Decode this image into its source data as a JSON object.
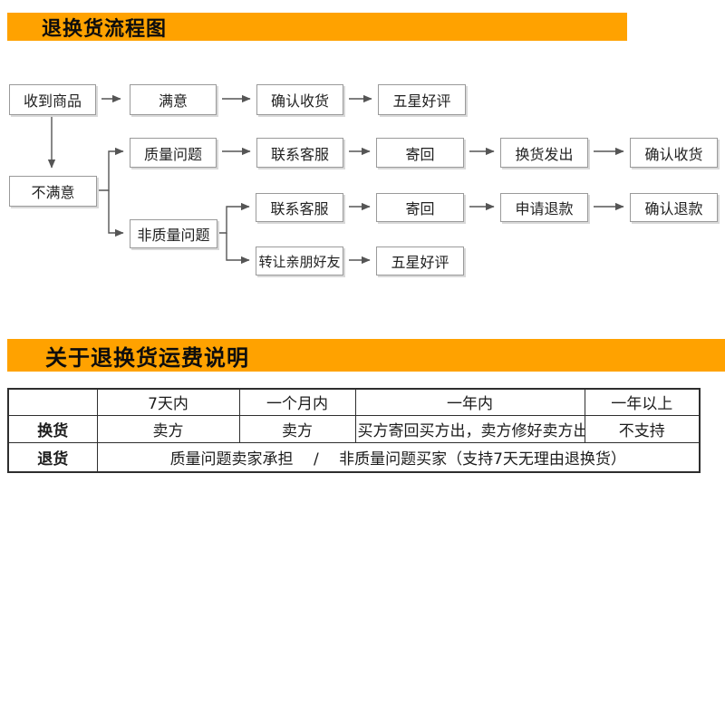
{
  "colors": {
    "banner_orange": "#FFA200",
    "box_border": "#9A9A9A",
    "connector_gray": "#555555",
    "table_border": "#2E2E2E"
  },
  "section_flow": {
    "title": "退换货流程图"
  },
  "section_fee": {
    "title": "关于退换货运费说明"
  },
  "flow": {
    "boxes": {
      "received": "收到商品",
      "satisfied": "满意",
      "confirm_receipt_1": "确认收货",
      "five_star_1": "五星好评",
      "unsatisfied": "不满意",
      "quality_issue": "质量问题",
      "contact_service_1": "联系客服",
      "send_back_1": "寄回",
      "exchange_shipped": "换货发出",
      "confirm_receipt_2": "确认收货",
      "contact_service_2": "联系客服",
      "send_back_2": "寄回",
      "apply_refund": "申请退款",
      "confirm_refund": "确认退款",
      "non_quality_issue": "非质量问题",
      "transfer_friends": "转让亲朋好友",
      "five_star_2": "五星好评"
    }
  },
  "table": {
    "headers": [
      "",
      "7天内",
      "一个月内",
      "一年内",
      "一年以上"
    ],
    "row_exchange": {
      "label": "换货",
      "cells": [
        "卖方",
        "卖方",
        "买方寄回买方出，卖方修好卖方出",
        "不支持"
      ]
    },
    "row_return": {
      "label": "退货",
      "value": "质量问题卖家承担 　/　 非质量问题买家（支持7天无理由退换货）"
    }
  }
}
